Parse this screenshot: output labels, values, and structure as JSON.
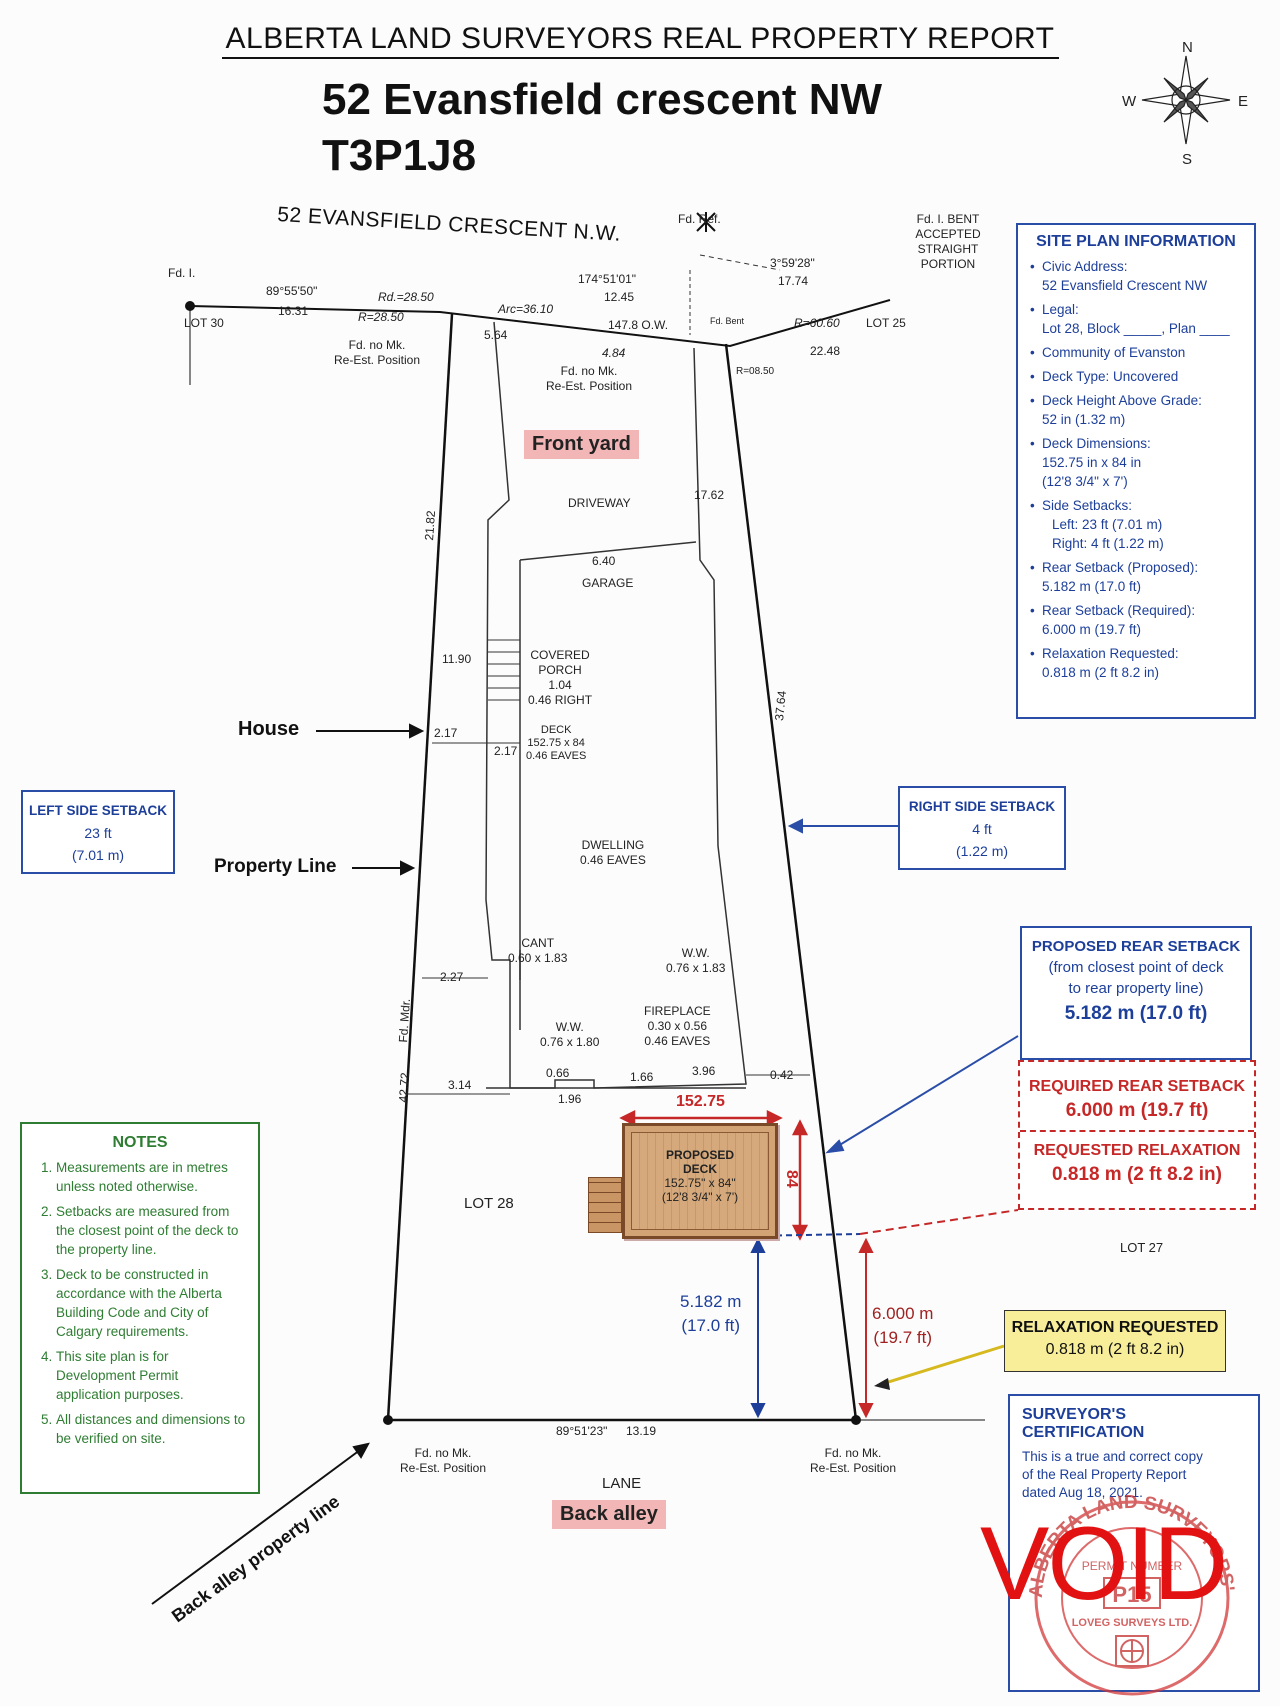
{
  "header": {
    "report_title": "ALBERTA LAND SURVEYORS REAL PROPERTY REPORT",
    "address_line1": "52 Evansfield crescent NW",
    "address_line2": "T3P1J8"
  },
  "compass": {
    "n": "N",
    "s": "S",
    "e": "E",
    "w": "W"
  },
  "street_label": "52 EVANSFIELD CRESCENT N.W.",
  "survey_labels": {
    "fd_i": "Fd. I.",
    "fd_ref": "Fd. Ref.",
    "fd_i_bent": [
      "Fd. I. BENT",
      "ACCEPTED",
      "STRAIGHT",
      "PORTION"
    ],
    "lot30": "LOT 30",
    "lot25": "LOT 25",
    "lot27": "LOT 27",
    "lot28": "LOT   28",
    "bearing_top_left": "89°55'50\"",
    "dist_1631": "16.31",
    "rd_2850": "Rd.=28.50",
    "r_2850": "R=28.50",
    "arc_3610": "Arc=36.10",
    "dist_564": "5.64",
    "bearing_174": "174°51'01\"",
    "dist_1245": "12.45",
    "bearing_359": "3°59'28\"",
    "dist_1774": "17.74",
    "dist_1478_ow": "147.8 O.W.",
    "dist_484": "4.84",
    "fd_bent_small": "Fd. Bent",
    "r_6060": "R=60.60",
    "dist_2248": "22.48",
    "r_0850": "R=08.50",
    "fd_no_mk_1": [
      "Fd. no Mk.",
      "Re-Est. Position"
    ],
    "fd_no_mk_2": [
      "Fd. no Mk.",
      "Re-Est. Position"
    ],
    "fd_no_mk_3": [
      "Fd. no Mk.",
      "Re-Est. Position"
    ],
    "fd_no_mk_4": [
      "Fd. no Mk.",
      "Re-Est. Position"
    ],
    "front_yard": "Front yard",
    "driveway": "DRIVEWAY",
    "dist_1762": "17.62",
    "dist_2182": "21.82",
    "dist_3764": "37.64",
    "garage_dim": "6.40",
    "garage": "GARAGE",
    "dist_1190": "11.90",
    "covered_porch": [
      "COVERED",
      "PORCH",
      "1.04",
      "0.46 RIGHT"
    ],
    "deck_label": [
      "DECK",
      "152.75 x 84",
      "0.46 EAVES"
    ],
    "dist_217a": "2.17",
    "dist_217b": "2.17",
    "dwelling": [
      "DWELLING",
      "0.46 EAVES"
    ],
    "cant": [
      "CANT",
      "0.60 x 1.83"
    ],
    "dist_227": "2.27",
    "ww_right": [
      "W.W.",
      "0.76 x 1.83"
    ],
    "fireplace": [
      "FIREPLACE",
      "0.30 x 0.56",
      "0.46 EAVES"
    ],
    "ww_bottom": [
      "W.W.",
      "0.76 x 1.80"
    ],
    "dist_066": "0.66",
    "dist_166": "1.66",
    "dist_396": "3.96",
    "dist_042": "0.42",
    "dist_314": "3.14",
    "dist_196": "1.96",
    "dist_4272": "42.72",
    "fd_mdr": "Fd. Mdr.",
    "bearing_bottom": "89°51'23\"",
    "dist_1319": "13.19",
    "lane": "LANE",
    "back_alley": "Back alley",
    "back_alley_line": "Back alley property line",
    "house": "House",
    "property_line": "Property Line"
  },
  "proposed_deck": {
    "width_label": "152.75",
    "depth_label": "84",
    "text": [
      "PROPOSED",
      "DECK",
      "152.75\" x 84\"",
      "(12'8 3/4\" x 7')"
    ]
  },
  "rear_dims": {
    "proposed_m": "5.182 m",
    "proposed_ft": "(17.0 ft)",
    "required_m": "6.000 m",
    "required_ft": "(19.7 ft)"
  },
  "site_info": {
    "title": "SITE PLAN INFORMATION",
    "items": [
      {
        "label": "Civic Address:",
        "value": "52 Evansfield Crescent NW"
      },
      {
        "label": "Legal:",
        "value": "Lot 28, Block _____, Plan ____"
      },
      {
        "label": "Community of Evanston",
        "value": ""
      },
      {
        "label": "Deck Type: Uncovered",
        "value": ""
      },
      {
        "label": "Deck Height Above Grade:",
        "value": "52 in (1.32 m)"
      },
      {
        "label": "Deck Dimensions:",
        "value": "152.75 in x 84 in",
        "value2": "(12'8 3/4\" x 7')"
      },
      {
        "label": "Side Setbacks:",
        "value": "Left: 23 ft (7.01 m)",
        "value2": "Right: 4 ft (1.22 m)"
      },
      {
        "label": "Rear Setback (Proposed):",
        "value": "5.182 m (17.0 ft)"
      },
      {
        "label": "Rear Setback (Required):",
        "value": "6.000 m (19.7 ft)"
      },
      {
        "label": "Relaxation Requested:",
        "value": "0.818 m (2 ft 8.2 in)"
      }
    ]
  },
  "left_setback": {
    "title": "LEFT SIDE SETBACK",
    "ft": "23 ft",
    "m": "(7.01 m)"
  },
  "right_setback": {
    "title": "RIGHT SIDE SETBACK",
    "ft": "4 ft",
    "m": "(1.22 m)"
  },
  "proposed_rear": {
    "title": "PROPOSED REAR SETBACK",
    "sub1": "(from closest point of deck",
    "sub2": "to rear property line)",
    "value": "5.182 m (17.0 ft)"
  },
  "required_box": {
    "title1": "REQUIRED REAR SETBACK",
    "value1": "6.000 m (19.7 ft)",
    "title2": "REQUESTED RELAXATION",
    "value2": "0.818 m (2 ft 8.2 in)"
  },
  "relaxation_callout": {
    "title": "RELAXATION REQUESTED",
    "value": "0.818 m (2 ft 8.2 in)"
  },
  "notes": {
    "title": "NOTES",
    "items": [
      "Measurements are in metres unless noted otherwise.",
      "Setbacks are measured from the closest point of the deck to the property line.",
      "Deck to be constructed in accordance with the Alberta Building Code and City of Calgary requirements.",
      "This site plan is for Development Permit application purposes.",
      "All distances and dimensions to be verified on site."
    ]
  },
  "certification": {
    "title": "SURVEYOR'S CERTIFICATION",
    "text": "This is a true and correct copy of the Real Property Report dated Aug 18, 2021."
  },
  "seal": {
    "ring_text": "ALBERTA LAND SURVEYORS' ASSOCIATION",
    "permit": "PERMIT NUMBER",
    "number": "P15",
    "company": "LOVEG SURVEYS LTD."
  },
  "void": "VOID",
  "colors": {
    "blue": "#2a4ea8",
    "red": "#c62828",
    "green": "#2e7d32",
    "deck": "#d2a375",
    "yellow": "#f8ee9a"
  }
}
